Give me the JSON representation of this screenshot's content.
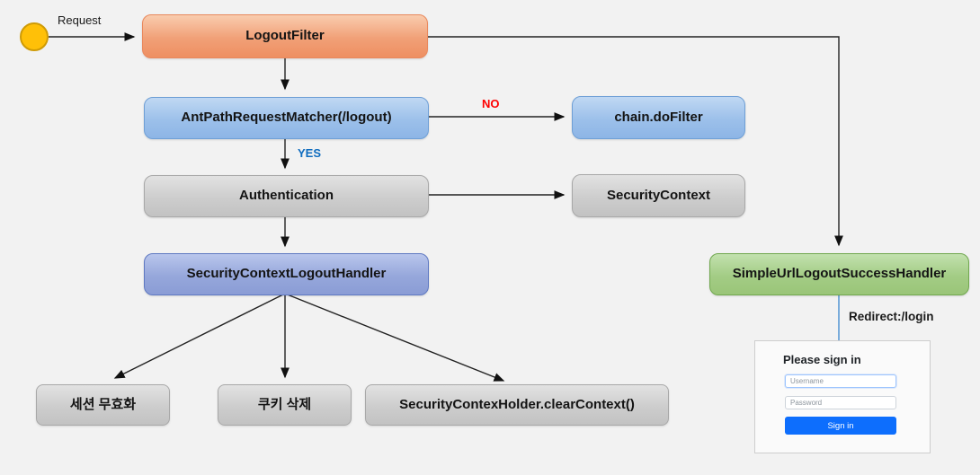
{
  "colors": {
    "background": "#f2f2f2",
    "start_circle": "#ffc008",
    "orange_node": "#f1a077",
    "blue_node": "#9cc0ea",
    "gray_node": "#cdcdcd",
    "periwinkle_node": "#96a7db",
    "green_node": "#a3cc85",
    "no_label": "#fe0000",
    "yes_label": "#0f6cbf",
    "redirect_line": "#5b9bd5",
    "signin_button": "#0d6efd"
  },
  "labels": {
    "request": "Request",
    "no": "NO",
    "yes": "YES",
    "redirect": "Redirect:/login"
  },
  "nodes": {
    "logout_filter": "LogoutFilter",
    "ant_path_matcher": "AntPathRequestMatcher(/logout)",
    "chain_do_filter": "chain.doFilter",
    "authentication": "Authentication",
    "security_context": "SecurityContext",
    "security_context_logout_handler": "SecurityContextLogoutHandler",
    "invalidate_session": "세션 무효화",
    "delete_cookie": "쿠키 삭제",
    "clear_context": "SecurityContexHolder.clearContext()",
    "simple_url_logout_success_handler": "SimpleUrlLogoutSuccessHandler"
  },
  "login_form": {
    "title": "Please sign in",
    "username_placeholder": "Username",
    "password_placeholder": "Password",
    "username_value": "",
    "password_value": "",
    "sign_in": "Sign in"
  }
}
